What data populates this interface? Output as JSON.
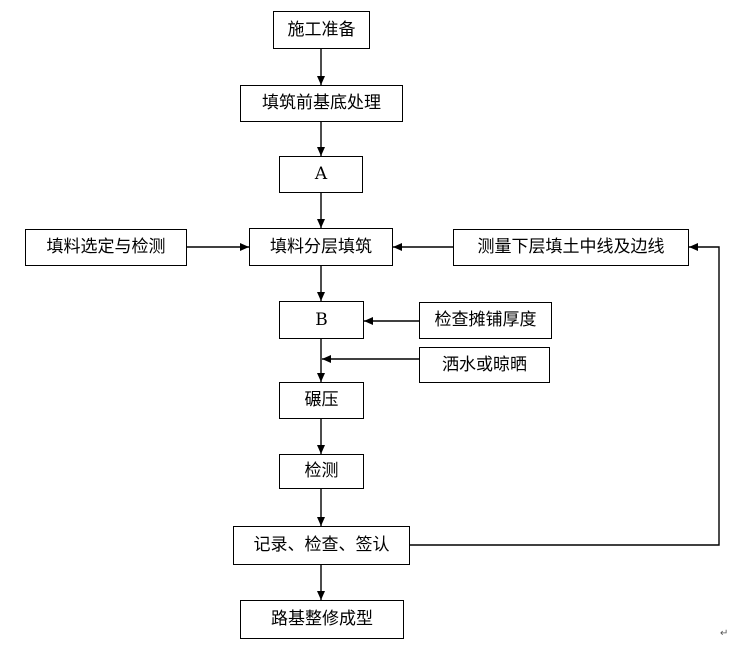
{
  "diagram": {
    "nodes": {
      "prep": "施工准备",
      "base_treatment": "填筑前基底处理",
      "step_a": "A",
      "material_selection": "填料选定与检测",
      "layered_filling": "填料分层填筑",
      "measure_centerline": "测量下层填土中线及边线",
      "step_b": "B",
      "check_thickness": "检查摊铺厚度",
      "water_or_dry": "洒水或晾晒",
      "compaction": "碾压",
      "inspection": "检测",
      "record_check_sign": "记录、检查、签认",
      "subgrade_shaping": "路基整修成型"
    },
    "edges": [
      {
        "from": "prep",
        "to": "base_treatment"
      },
      {
        "from": "base_treatment",
        "to": "step_a"
      },
      {
        "from": "step_a",
        "to": "layered_filling"
      },
      {
        "from": "material_selection",
        "to": "layered_filling"
      },
      {
        "from": "measure_centerline",
        "to": "layered_filling"
      },
      {
        "from": "layered_filling",
        "to": "step_b"
      },
      {
        "from": "check_thickness",
        "to": "step_b"
      },
      {
        "from": "step_b",
        "to": "compaction"
      },
      {
        "from": "water_or_dry",
        "to": "compaction"
      },
      {
        "from": "compaction",
        "to": "inspection"
      },
      {
        "from": "inspection",
        "to": "record_check_sign"
      },
      {
        "from": "record_check_sign",
        "to": "subgrade_shaping"
      },
      {
        "from": "record_check_sign",
        "to": "measure_centerline"
      }
    ],
    "paragraph_mark": "↵"
  }
}
